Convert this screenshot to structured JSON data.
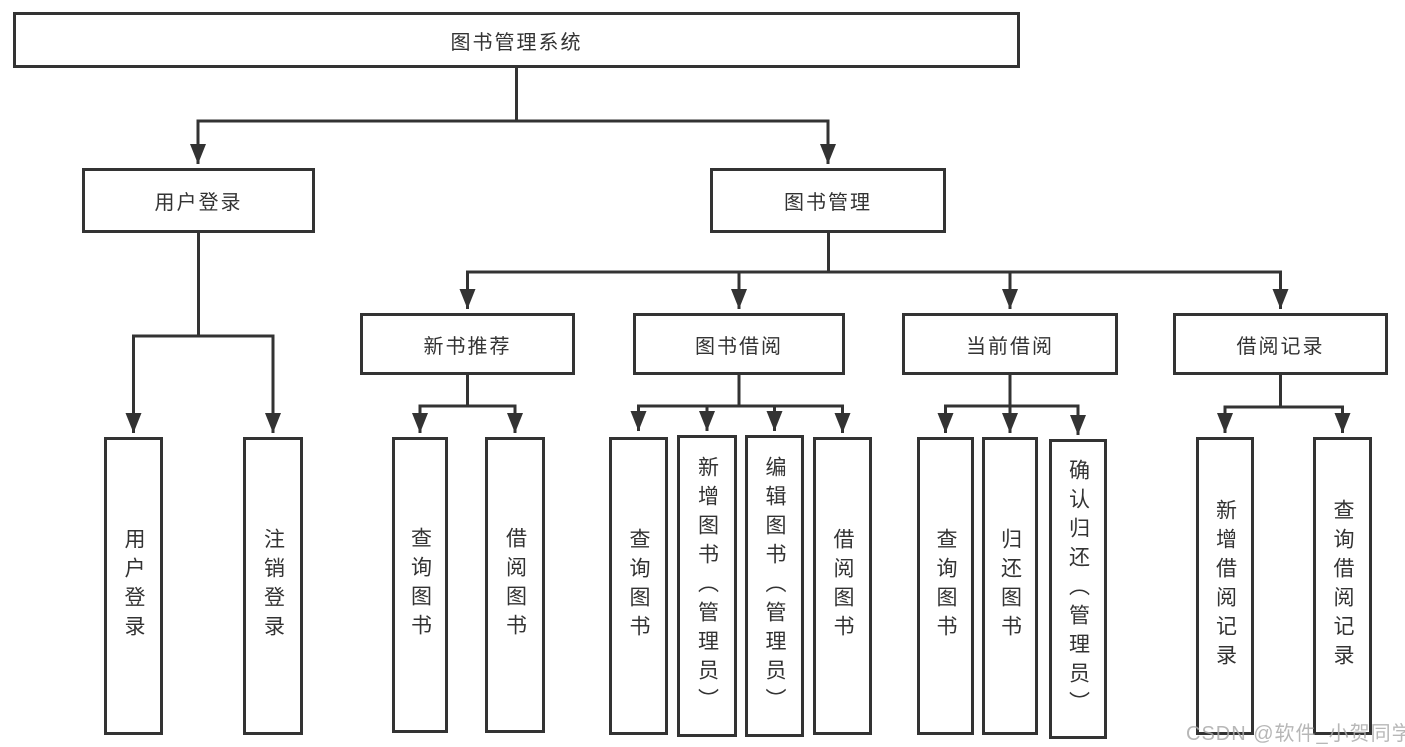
{
  "diagram": {
    "root": "图书管理系统",
    "user_login": {
      "label": "用户登录",
      "children": [
        "用户登录",
        "注销登录"
      ]
    },
    "book_mgmt": {
      "label": "图书管理",
      "groups": [
        {
          "label": "新书推荐",
          "children": [
            "查询图书",
            "借阅图书"
          ]
        },
        {
          "label": "图书借阅",
          "children": [
            "查询图书",
            "新增图书（管理员）",
            "编辑图书（管理员）",
            "借阅图书"
          ]
        },
        {
          "label": "当前借阅",
          "children": [
            "查询图书",
            "归还图书",
            "确认归还（管理员）"
          ]
        },
        {
          "label": "借阅记录",
          "children": [
            "新增借阅记录",
            "查询借阅记录"
          ]
        }
      ]
    }
  },
  "watermark": "CSDN @软件_小贺同学",
  "colors": {
    "line": "#333333",
    "text": "#333333",
    "background": "#ffffff",
    "watermark": "#aaaaaa"
  }
}
